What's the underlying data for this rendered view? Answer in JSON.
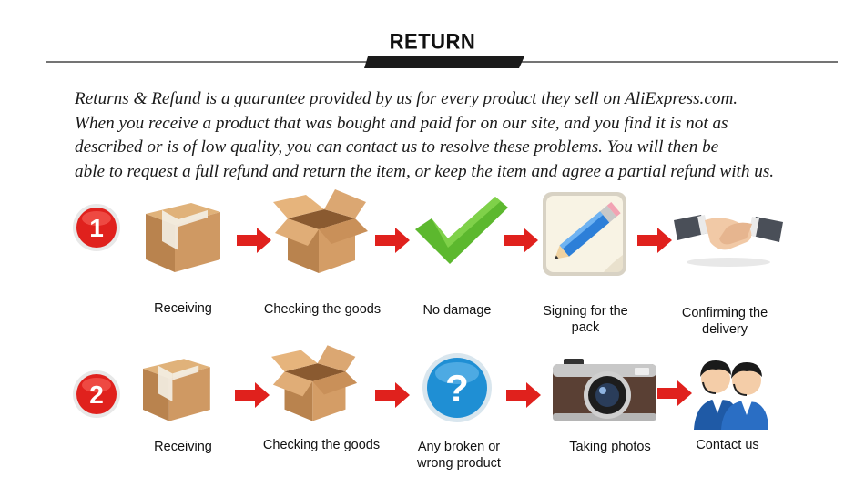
{
  "header": {
    "title": "RETURN"
  },
  "intro": {
    "lines": [
      "Returns & Refund is a guarantee provided by us for every product they sell on AliExpress.com.",
      "When you receive a product that was bought and paid for on our site, and you find it is not as",
      "described or is of low quality, you can contact us to resolve these problems. You will then be",
      "able to request a full refund and return the item, or keep the item and agree a partial refund with us."
    ]
  },
  "rows": [
    {
      "number": "1",
      "steps": [
        {
          "label": "Receiving",
          "icon": "closed-box-icon"
        },
        {
          "label": "Checking the goods",
          "icon": "open-box-icon"
        },
        {
          "label": "No damage",
          "icon": "checkmark-icon"
        },
        {
          "label": "Signing for the pack",
          "icon": "pencil-icon"
        },
        {
          "label": "Confirming the delivery",
          "icon": "handshake-icon"
        }
      ]
    },
    {
      "number": "2",
      "steps": [
        {
          "label": "Receiving",
          "icon": "closed-box-icon"
        },
        {
          "label": "Checking the goods",
          "icon": "open-box-icon"
        },
        {
          "label": "Any broken or wrong product",
          "icon": "question-icon"
        },
        {
          "label": "Taking photos",
          "icon": "camera-icon"
        },
        {
          "label": "Contact us",
          "icon": "support-agents-icon"
        }
      ]
    }
  ],
  "colors": {
    "accent": "#e0211d",
    "box": "#c08a55",
    "check": "#5cb82e",
    "question": "#1f8fd4"
  }
}
